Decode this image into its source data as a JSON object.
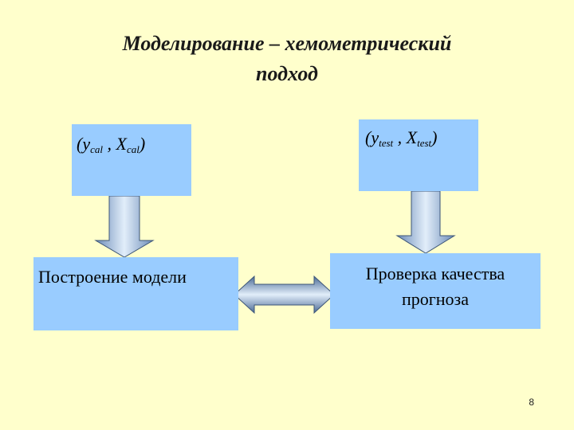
{
  "title": {
    "line1": "Моделирование – хемометрический",
    "line2": "подход"
  },
  "box_cal": {
    "y": "y",
    "y_sub": "cal",
    "sep": " , ",
    "x": "X",
    "x_sub": "cal",
    "open": "(",
    "close": ")"
  },
  "box_test": {
    "y": "y",
    "y_sub": "test",
    "sep": " , ",
    "x": "X",
    "x_sub": "test",
    "open": "(",
    "close": ")"
  },
  "box_build": {
    "label": "Построение модели"
  },
  "box_check": {
    "line1": "Проверка качества",
    "line2": "прогноза"
  },
  "page_number": "8",
  "colors": {
    "background": "#FFFFCC",
    "box_fill": "#99CCFF",
    "arrow_light": "#D6E8F8",
    "arrow_dark": "#4A6A95"
  }
}
